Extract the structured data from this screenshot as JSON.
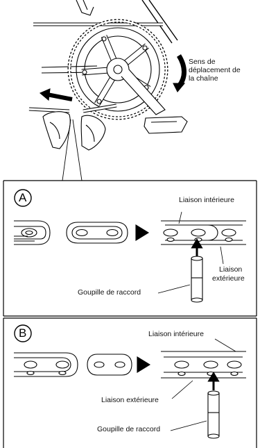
{
  "top": {
    "direction_label_lines": [
      "Sens de",
      "déplacement de",
      "la chaîne"
    ]
  },
  "panel_a": {
    "letter": "A",
    "inner_link_label": "Liaison intérieure",
    "outer_link_label_lines": [
      "Liaison",
      "extérieure"
    ],
    "pin_label": "Goupille de raccord"
  },
  "panel_b": {
    "letter": "B",
    "inner_link_label": "Liaison intérieure",
    "outer_link_label": "Liaison extérieure",
    "pin_label": "Goupille de raccord"
  }
}
